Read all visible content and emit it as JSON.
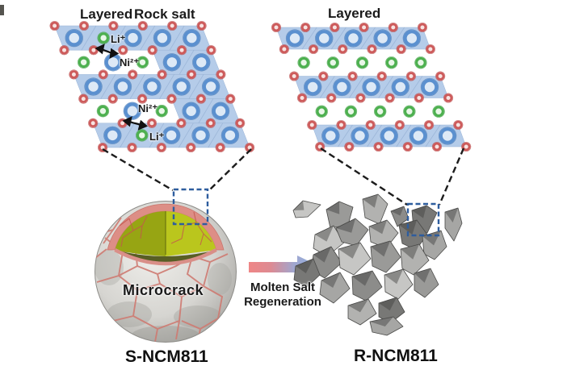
{
  "figure": {
    "left_panel_header_1": "Layered",
    "left_panel_header_2": "Rock salt",
    "right_panel_header": "Layered",
    "sphere_label": "Microcrack",
    "sphere_caption": "S-NCM811",
    "fragments_caption": "R-NCM811",
    "arrow_text_line1": "Molten Salt",
    "arrow_text_line2": "Regeneration"
  },
  "ion_labels": {
    "li_top": "Li⁺",
    "ni_top": "Ni²⁺",
    "ni_bottom": "Ni²⁺",
    "li_bottom": "Li⁺"
  },
  "structures": {
    "left": {
      "description": "degraded lattice with Li/Ni mixing and rock-salt region",
      "rows": [
        {
          "type": "slab",
          "cells": [
            "TM",
            "Li",
            "TM",
            "TM",
            "TM"
          ]
        },
        {
          "type": "inter",
          "cells": [
            "Li",
            "TM",
            "Li",
            "RS",
            "RS"
          ]
        },
        {
          "type": "slab",
          "cells": [
            "TM",
            "TM",
            "TM",
            "TM",
            "TM"
          ]
        },
        {
          "type": "inter",
          "cells": [
            "Li",
            "TM",
            "Li",
            "RS",
            "RS"
          ]
        },
        {
          "type": "slab",
          "cells": [
            "TM",
            "Li",
            "TM",
            "TM",
            "TM"
          ]
        }
      ]
    },
    "right": {
      "description": "regenerated ordered layered lattice",
      "rows": [
        {
          "type": "slab",
          "cells": [
            "TM",
            "TM",
            "TM",
            "TM",
            "TM"
          ]
        },
        {
          "type": "inter",
          "cells": [
            "Li",
            "Li",
            "Li",
            "Li",
            "Li"
          ]
        },
        {
          "type": "slab",
          "cells": [
            "TM",
            "TM",
            "TM",
            "TM",
            "TM"
          ]
        },
        {
          "type": "inter",
          "cells": [
            "Li",
            "Li",
            "Li",
            "Li",
            "Li"
          ]
        },
        {
          "type": "slab",
          "cells": [
            "TM",
            "TM",
            "TM",
            "TM",
            "TM"
          ]
        }
      ]
    }
  },
  "colors": {
    "slab_blue": "#b5cce9",
    "tm_ring": "#5b90cf",
    "tm_fill": "#dde9f6",
    "li_ring": "#4db04f",
    "li_fill": "#e9f7e8",
    "o_ring": "#cd5a5a",
    "o_fill": "#f7e4e2",
    "crack_pink": "#cf7b72",
    "rim_pink": "#dd8e86",
    "interior_olive": "#aab61a",
    "arrow_red": "#ee8686",
    "arrow_blue": "#8fb3e3",
    "zoom_box_blue": "#2e5d9e"
  }
}
